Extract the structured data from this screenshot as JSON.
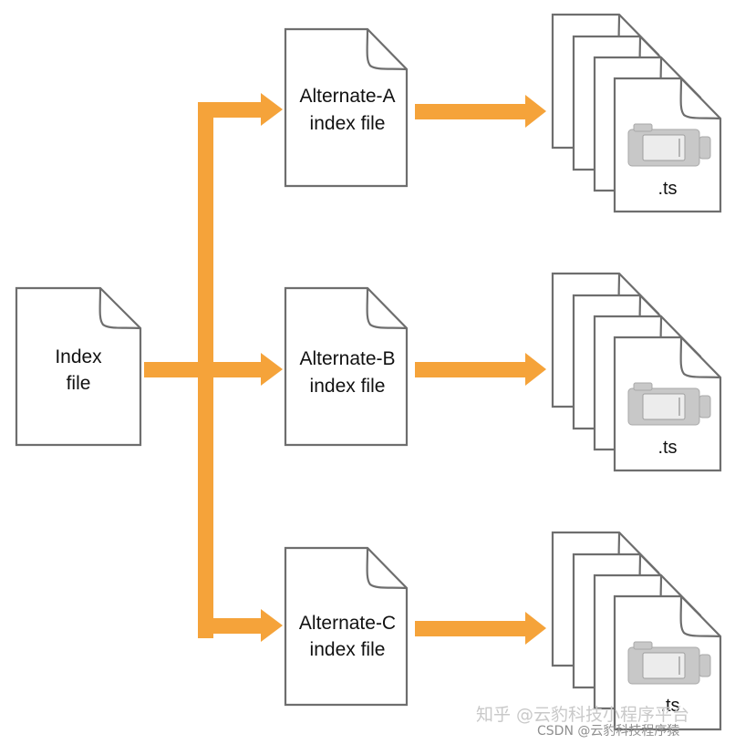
{
  "diagram": {
    "root": {
      "line1": "Index",
      "line2": "file"
    },
    "alternates": [
      {
        "line1": "Alternate-A",
        "line2": "index file"
      },
      {
        "line1": "Alternate-B",
        "line2": "index file"
      },
      {
        "line1": "Alternate-C",
        "line2": "index file"
      }
    ],
    "segment_label": ".ts"
  },
  "watermark": {
    "line1": "知乎 @云豹科技小程序平台",
    "line2": "CSDN @云豹科技程序猿"
  },
  "colors": {
    "arrow": "#f5a33a",
    "doc_stroke": "#6e6e6e",
    "doc_fill": "#ffffff",
    "camera_body": "#c8c8c8",
    "camera_screen": "#ececec"
  }
}
